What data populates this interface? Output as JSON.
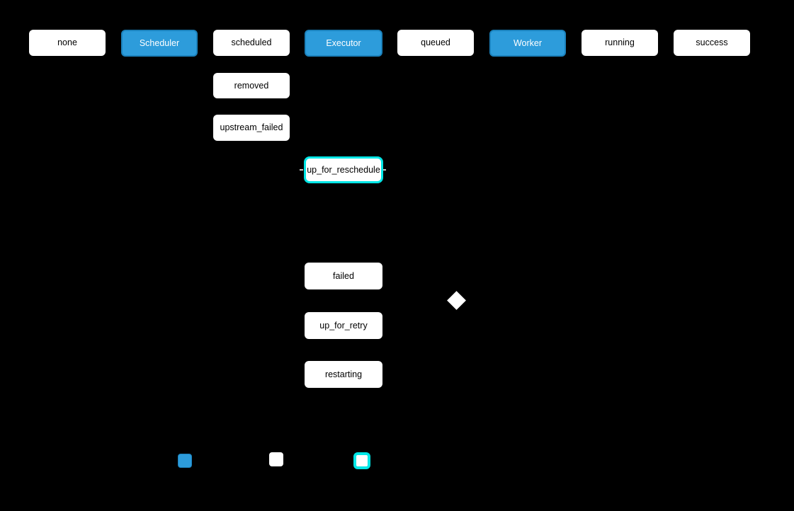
{
  "diagram": {
    "background_color": "#000000",
    "colors": {
      "actor_blue_fill": "#2D9CDB",
      "actor_blue_border": "#1b82bd",
      "state_white_fill": "#ffffff",
      "state_text_dark": "#000000",
      "actor_text_light": "#ffffff",
      "highlight_cyan": "#00E6E6",
      "diamond_fill": "#ffffff"
    },
    "nodes": [
      {
        "id": "none",
        "label": "none",
        "variant": "white"
      },
      {
        "id": "scheduler",
        "label": "Scheduler",
        "variant": "blue"
      },
      {
        "id": "scheduled",
        "label": "scheduled",
        "variant": "white"
      },
      {
        "id": "executor",
        "label": "Executor",
        "variant": "blue"
      },
      {
        "id": "queued",
        "label": "queued",
        "variant": "white"
      },
      {
        "id": "worker",
        "label": "Worker",
        "variant": "blue"
      },
      {
        "id": "running",
        "label": "running",
        "variant": "white"
      },
      {
        "id": "success",
        "label": "success",
        "variant": "white"
      },
      {
        "id": "removed",
        "label": "removed",
        "variant": "white"
      },
      {
        "id": "upstream_failed",
        "label": "upstream_failed",
        "variant": "white"
      },
      {
        "id": "up_for_reschedule",
        "label": "up_for_reschedule",
        "variant": "cyan-outline"
      },
      {
        "id": "failed",
        "label": "failed",
        "variant": "white"
      },
      {
        "id": "up_for_retry",
        "label": "up_for_retry",
        "variant": "white"
      },
      {
        "id": "restarting",
        "label": "restarting",
        "variant": "white"
      }
    ],
    "decision_diamond": {
      "shape": "diamond",
      "fill": "#ffffff"
    },
    "legend": {
      "swatches": [
        {
          "id": "blue-square",
          "variant": "blue",
          "fill": "#2D9CDB"
        },
        {
          "id": "white-square",
          "variant": "white",
          "fill": "#ffffff"
        },
        {
          "id": "cyan-outlined-square",
          "variant": "cyan-outline",
          "fill": "#ffffff",
          "border": "#00E6E6"
        }
      ]
    }
  }
}
